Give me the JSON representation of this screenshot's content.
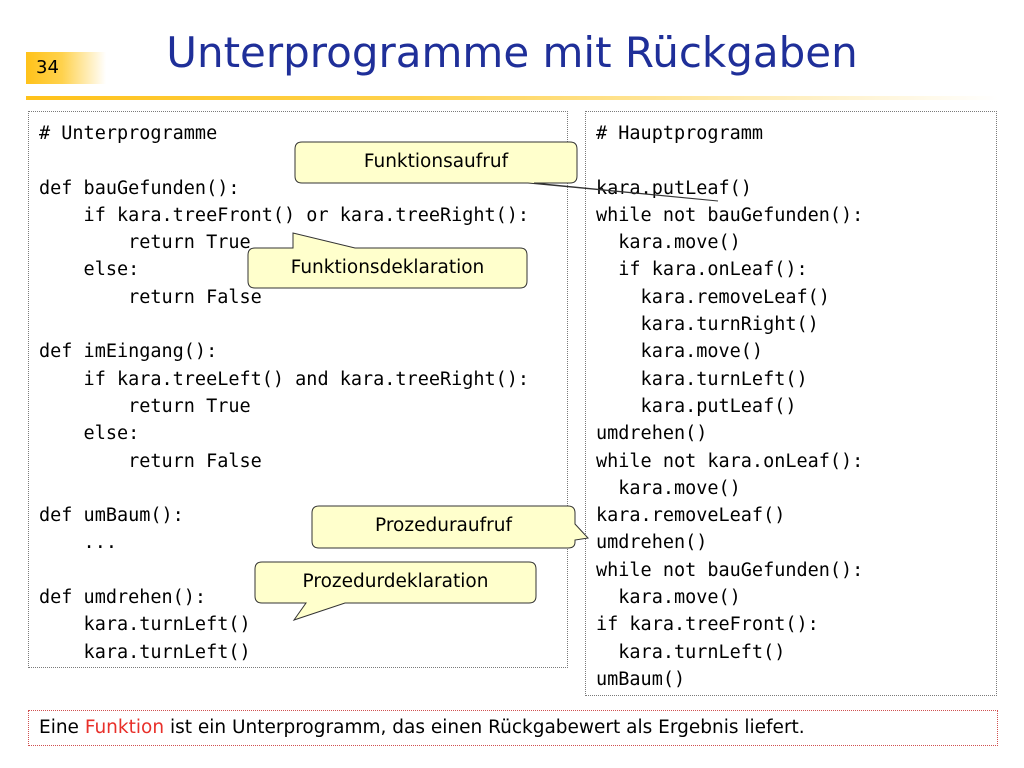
{
  "slide_number": "34",
  "title": "Unterprogramme mit Rückgaben",
  "left_code": [
    "# Unterprogramme",
    "",
    "def bauGefunden():",
    "    if kara.treeFront() or kara.treeRight():",
    "        return True",
    "    else:",
    "        return False",
    "",
    "def imEingang():",
    "    if kara.treeLeft() and kara.treeRight():",
    "        return True",
    "    else:",
    "        return False",
    "",
    "def umBaum():",
    "    ...",
    "",
    "def umdrehen():",
    "    kara.turnLeft()",
    "    kara.turnLeft()"
  ],
  "right_code": [
    "# Hauptprogramm",
    "",
    "kara.putLeaf()",
    "while not bauGefunden():",
    "  kara.move()",
    "  if kara.onLeaf():",
    "    kara.removeLeaf()",
    "    kara.turnRight()",
    "    kara.move()",
    "    kara.turnLeft()",
    "    kara.putLeaf()",
    "umdrehen()",
    "while not kara.onLeaf():",
    "  kara.move()",
    "kara.removeLeaf()",
    "umdrehen()",
    "while not bauGefunden():",
    "  kara.move()",
    "if kara.treeFront():",
    "  kara.turnLeft()",
    "umBaum()"
  ],
  "callouts": {
    "funktionsaufruf": "Funktionsaufruf",
    "funktionsdeklaration": "Funktionsdeklaration",
    "prozeduraufruf": "Prozeduraufruf",
    "prozedurdeklaration": "Prozedurdeklaration"
  },
  "footer": {
    "before": "Eine ",
    "highlight": "Funktion",
    "after": " ist ein Unterprogramm, das einen Rückgabewert als Ergebnis liefert."
  },
  "colors": {
    "title": "#1f2f99",
    "accent": "#ffc21a",
    "callout_fill": "#ffffcc",
    "highlight": "#e8302a"
  }
}
